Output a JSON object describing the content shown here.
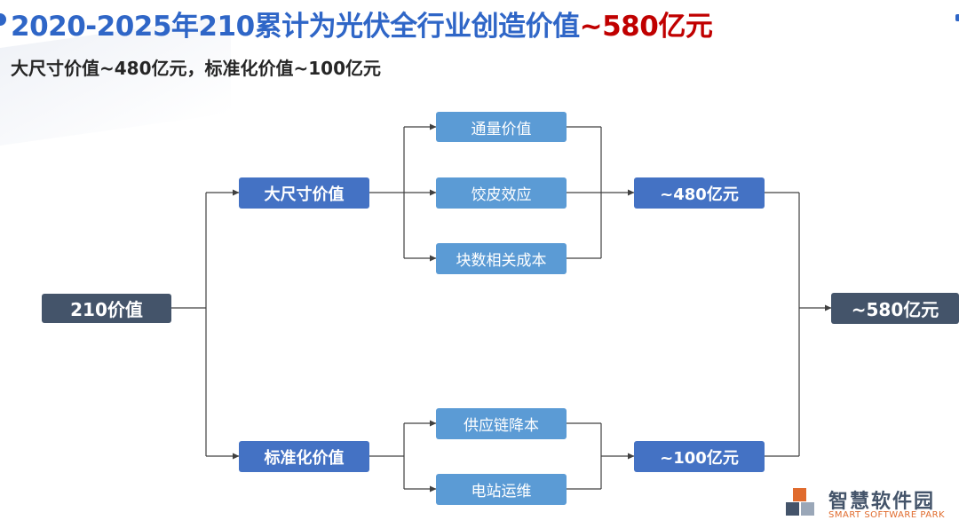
{
  "header": {
    "title_main": "2020-2025年210累计为光伏全行业创造价值",
    "title_highlight": "~580亿元",
    "subtitle": "大尺寸价值~480亿元，标准化价值~100亿元"
  },
  "diagram": {
    "root": "210价值",
    "branch_large": "大尺寸价值",
    "branch_standard": "标准化价值",
    "large_factors": [
      "通量价值",
      "饺皮效应",
      "块数相关成本"
    ],
    "standard_factors": [
      "供应链降本",
      "电站运维"
    ],
    "large_result": "~480亿元",
    "standard_result": "~100亿元",
    "total": "~580亿元"
  },
  "logo": {
    "name": "智慧软件园",
    "subtitle": "SMART SOFTWARE PARK"
  },
  "colors": {
    "title": "#2f66c7",
    "highlight": "#c00000",
    "node_dark": "#44546a",
    "node_mid": "#4472c4",
    "node_light": "#5b9bd5",
    "connector": "#404040"
  }
}
